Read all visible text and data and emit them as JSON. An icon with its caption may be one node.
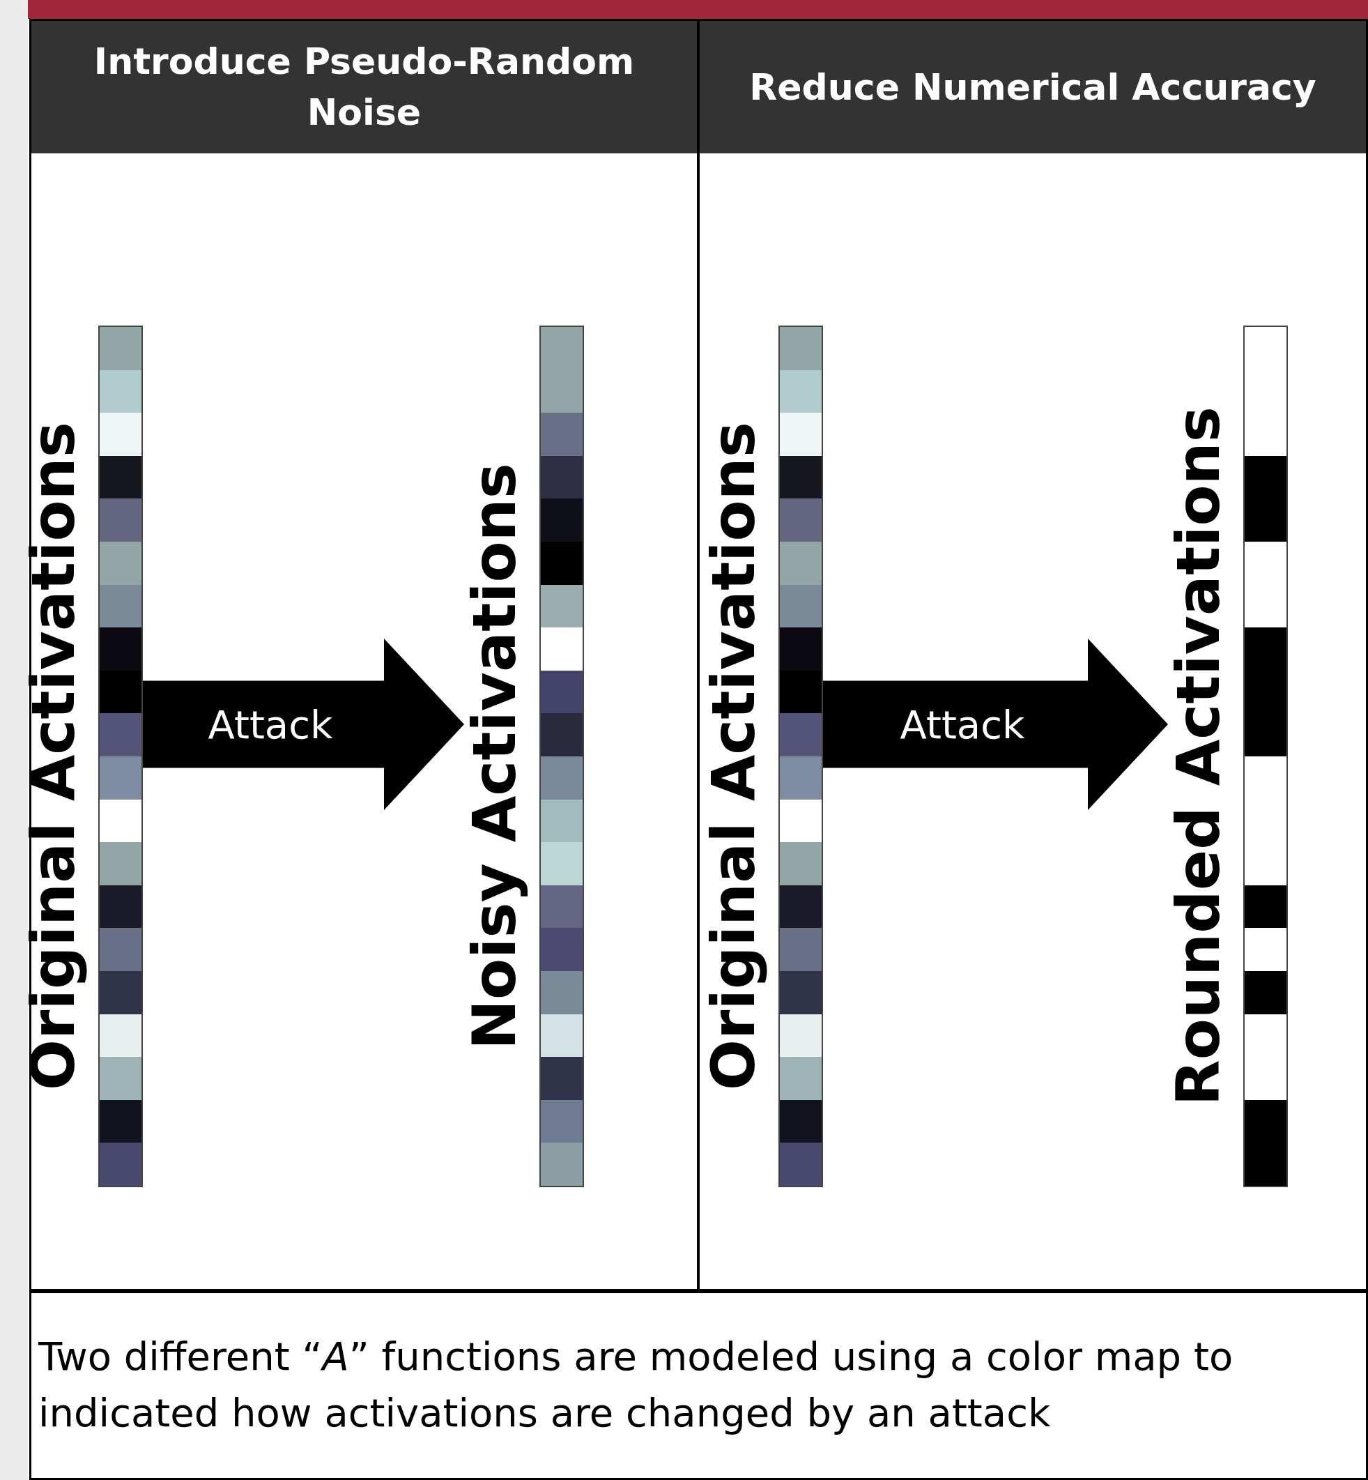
{
  "diagram": {
    "caption": "Two different “*A*” functions are modeled using a color map to indicated how activations are changed by an attack",
    "nodes": [
      {
        "text": [
          "Introduce Pseudo-Random Noise"
        ]
      },
      {
        "text": [
          "Original Activations"
        ],
        "in": 0
      },
      {
        "text": [
          "Noisy Activations"
        ],
        "in": 0
      },
      {
        "text": [
          "Reduce Numerical Accuracy"
        ]
      },
      {
        "text": [
          "Original Activations"
        ],
        "in": 3
      },
      {
        "text": [
          "Rounded Activations"
        ],
        "in": 3
      }
    ],
    "edges": [
      {
        "from": 1,
        "to": 2,
        "arrow": "to",
        "label": "Attack"
      },
      {
        "from": 4,
        "to": 5,
        "arrow": "to",
        "label": "Attack"
      }
    ]
  }
}
